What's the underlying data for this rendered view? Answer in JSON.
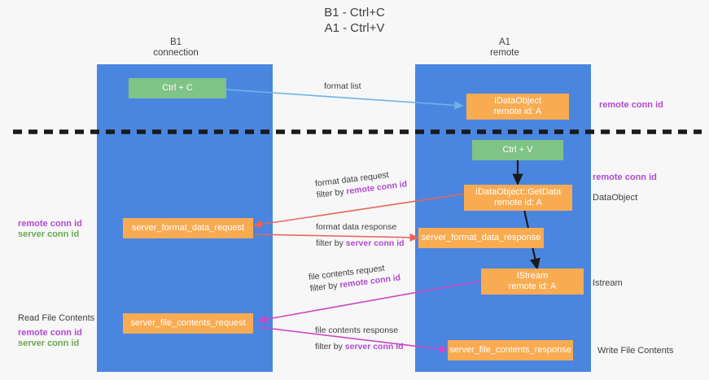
{
  "title": {
    "line1": "B1 - Ctrl+C",
    "line2": "A1 - Ctrl+V"
  },
  "lanes": [
    {
      "id": "b1",
      "name": "B1",
      "sub": "connection"
    },
    {
      "id": "a1",
      "name": "A1",
      "sub": "remote"
    }
  ],
  "nodes": {
    "ctrl_c": "Ctrl + C",
    "ctrl_v": "Ctrl + V",
    "idataobject_top_line1": "IDataObject",
    "idataobject_top_line2": "remote id: A",
    "getdata_line1": "IDataObject::GetData",
    "getdata_line2": "remote id: A",
    "istream_line1": "IStream",
    "istream_line2": "remote id: A",
    "server_format_data_request": "server_format_data_request",
    "server_format_data_response": "server_format_data_response",
    "server_file_contents_request": "server_file_contents_request",
    "server_file_contents_response": "server_file_contents_response"
  },
  "edges": {
    "format_list": "format list",
    "format_data_request": "format data request",
    "format_data_request_filter_prefix": "filter by ",
    "format_data_request_filter_key": "remote conn id",
    "format_data_response": "format data response",
    "format_data_response_filter_prefix": "filter by ",
    "format_data_response_filter_key": "server conn id",
    "file_contents_request": "file contents request",
    "file_contents_request_filter_prefix": "filter by ",
    "file_contents_request_filter_key": "remote conn id",
    "file_contents_response": "file contents response",
    "file_contents_response_filter_prefix": "filter by ",
    "file_contents_response_filter_key": "server conn id"
  },
  "side_labels": {
    "right_remote_conn_id_top": "remote conn id",
    "right_remote_conn_id_mid": "remote conn id",
    "right_dataobject": "DataObject",
    "right_istream": "Istream",
    "right_write_file_contents": "Write File Contents",
    "left_remote_conn_id_mid": "remote conn id",
    "left_server_conn_id_mid": "server conn id",
    "left_read_file_contents": "Read File Contents",
    "left_remote_conn_id_bottom": "remote conn id",
    "left_server_conn_id_bottom": "server conn id"
  },
  "colors": {
    "lane": "#4a86e0",
    "green_node": "#80c387",
    "orange_node": "#f9ab51",
    "remote_key": "#b04ad0",
    "server_key": "#6aa84f",
    "arrow_red": "#e8645a",
    "arrow_magenta": "#c council",
    "arrow_blue": "#6fb3e8",
    "arrow_black": "#202020",
    "background": "#f7f7f7"
  }
}
